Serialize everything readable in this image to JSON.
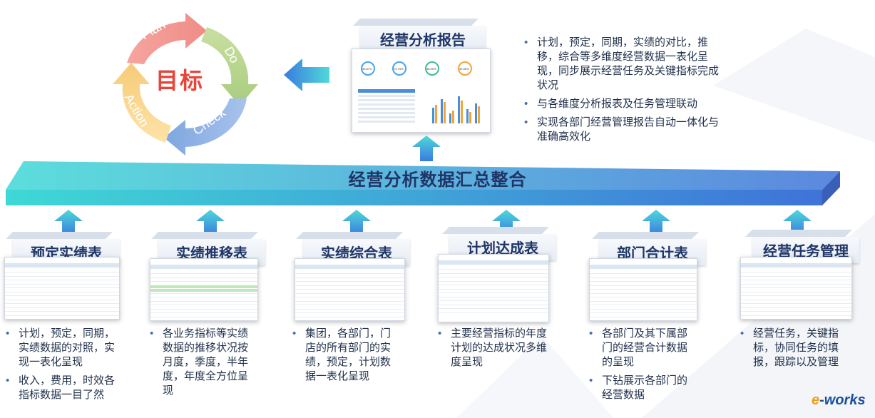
{
  "cycle": {
    "center_label": "目标",
    "segments": [
      "Plan",
      "Do",
      "Check",
      "Action"
    ]
  },
  "report": {
    "title": "经营分析报告",
    "bullets": [
      "计划，预定，同期，实绩的对比，推移，综合等多维度经营数据一表化呈现，同步展示经营任务及关键指标完成状况",
      "与各维度分析报表及任务管理联动",
      "实现各部门经营管理报告自动一体化与准确高效化"
    ],
    "gauges": [
      "93.87%",
      "73.73%",
      "35.00%",
      "39.35%"
    ]
  },
  "banner": {
    "label": "经营分析数据汇总整合"
  },
  "modules": [
    {
      "title": "预定实绩表",
      "bullets": [
        "计划，预定，同期，实绩数据的对照，实现一表化呈现",
        "收入，费用，时效各指标数据一目了然"
      ]
    },
    {
      "title": "实绩推移表",
      "bullets": [
        "各业务指标等实绩数据的推移状况按月度，季度，半年度，年度全方位呈现"
      ]
    },
    {
      "title": "实绩综合表",
      "bullets": [
        "集团，各部门，门店的所有部门的实绩，预定，计划数据一表化呈现"
      ]
    },
    {
      "title": "计划达成表",
      "bullets": [
        "主要经营指标的年度计划的达成状况多维度呈现"
      ]
    },
    {
      "title": "部门合计表",
      "bullets": [
        "各部门及其下属部门的经营合计数据的呈现",
        "下钻展示各部门的经营数据"
      ]
    },
    {
      "title": "经营任务管理",
      "bullets": [
        "经营任务，关键指标，协同任务的填报，跟踪以及管理"
      ]
    }
  ],
  "colors": {
    "accent": "#2f8fe0",
    "teal": "#3fd2d6",
    "title": "#1f3566",
    "goal": "#e8443a"
  },
  "logo": {
    "main": "e",
    "rest": "-works"
  }
}
